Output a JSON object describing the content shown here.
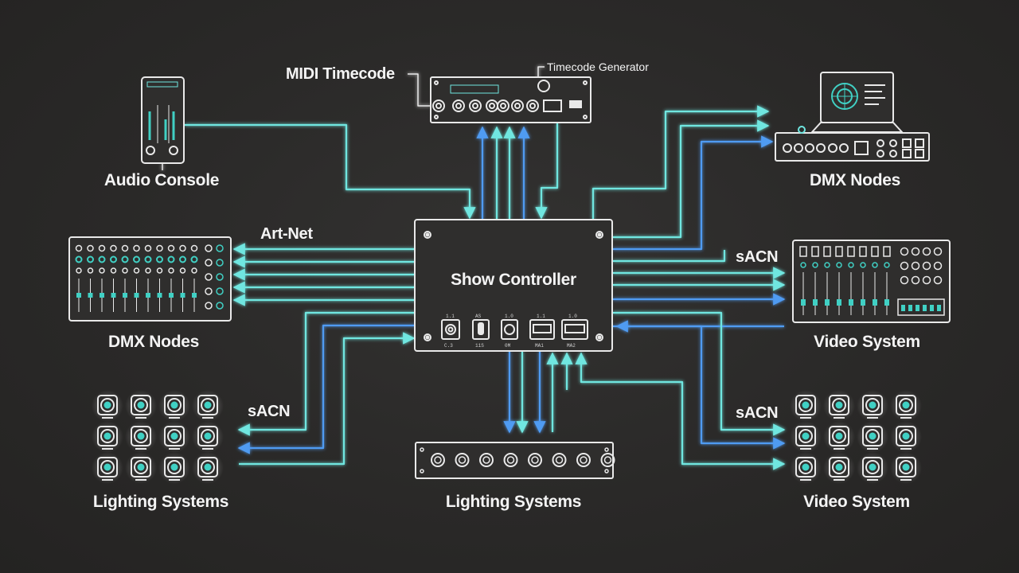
{
  "labels": {
    "midi_timecode": "MIDI Timecode",
    "timecode_generator": "Timecode Generator",
    "audio_console": "Audio Console",
    "dmx_nodes_right": "DMX Nodes",
    "art_net": "Art-Net",
    "show_controller": "Show Controller",
    "sacn_right_top": "sACN",
    "dmx_nodes_left": "DMX Nodes",
    "video_system_right_mid": "Video System",
    "sacn_left": "sACN",
    "sacn_right_bottom": "sACN",
    "lighting_systems_left": "Lighting Systems",
    "lighting_systems_center": "Lighting Systems",
    "video_system_right_bottom": "Video System"
  },
  "colors": {
    "background": "#2b2a29",
    "device_stroke": "#e9e9e9",
    "line_cyan": "#6fe6e0",
    "line_blue": "#4f9bf2",
    "accent_teal": "#40d0c4"
  }
}
